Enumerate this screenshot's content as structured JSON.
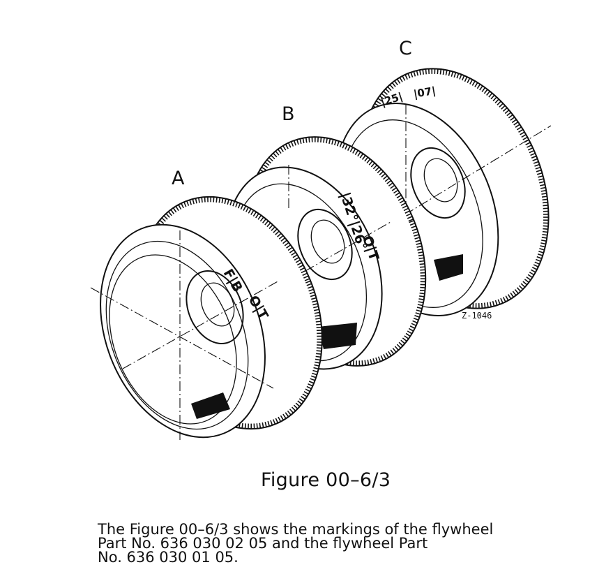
{
  "figure": {
    "labels": {
      "a": "A",
      "b": "B",
      "c": "C"
    },
    "markings": {
      "a_fb": "F|B",
      "a_ot": "O|T",
      "b_angles": "|32°|26°",
      "b_ot": "O|T",
      "c_left": "|25|",
      "c_right": "|07|"
    },
    "reference_code": "Z-1046",
    "caption": "Figure 00–6/3"
  },
  "description": {
    "line1": "The Figure 00–6/3 shows the markings of the flywheel",
    "line2": "Part   No. 636 030 02 05   and   the   flywheel   Part",
    "line3": "No. 636 030 01 05."
  }
}
